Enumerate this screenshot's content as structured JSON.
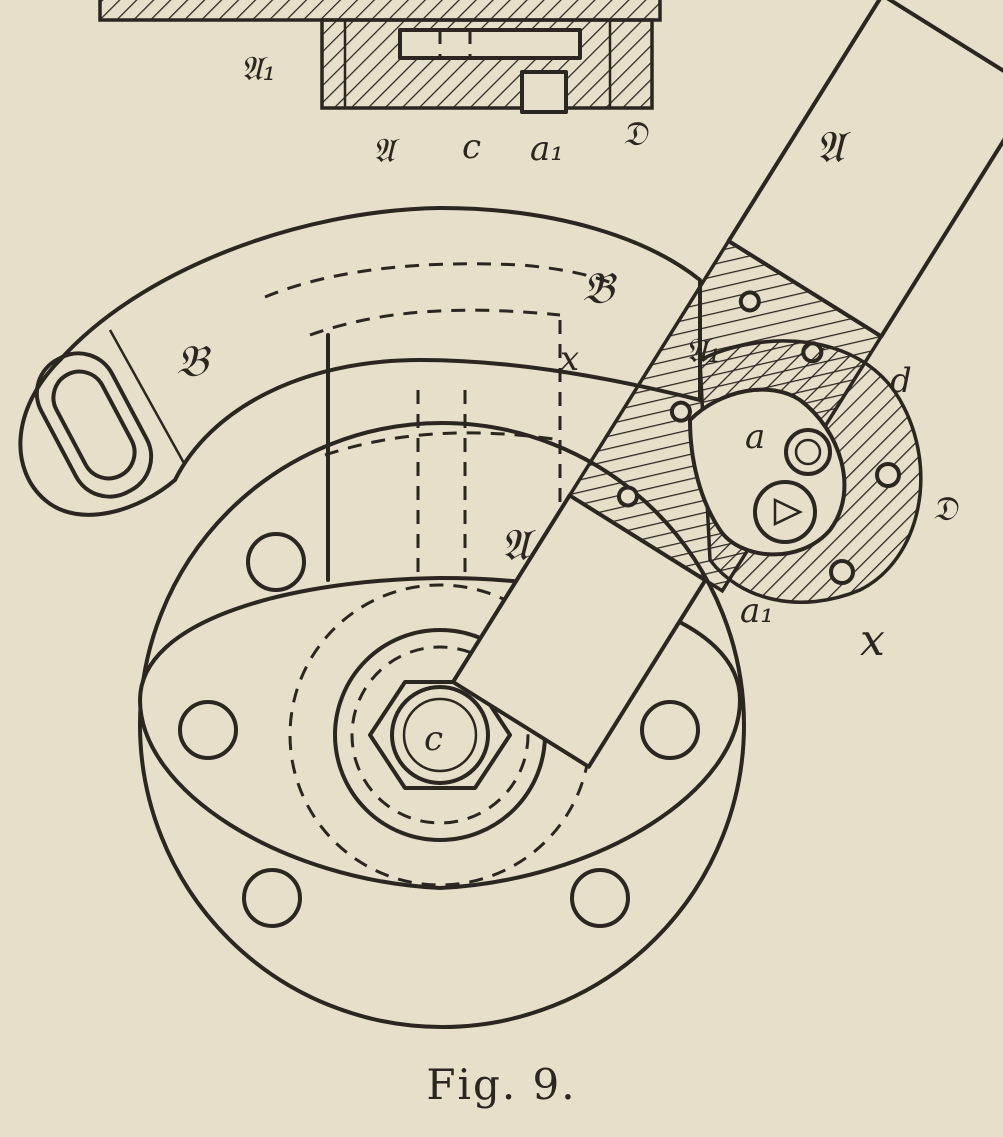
{
  "figure": {
    "caption": "Fig. 9.",
    "labels": {
      "arm": "𝔄",
      "arm_lower": "𝔄",
      "arm_inner": "𝔄₁",
      "bracket_top": "𝔅",
      "bracket_left": "𝔅",
      "section_a1": "𝔄₁",
      "section_a": "𝔄",
      "section_c": "c",
      "section_a1_small": "a₁",
      "section_d": "𝔇",
      "center_c": "c",
      "x_top": "x",
      "x_bottom": "x",
      "d_right": "𝔇",
      "d_small": "d",
      "a_small": "a",
      "a1_small": "a₁"
    }
  }
}
